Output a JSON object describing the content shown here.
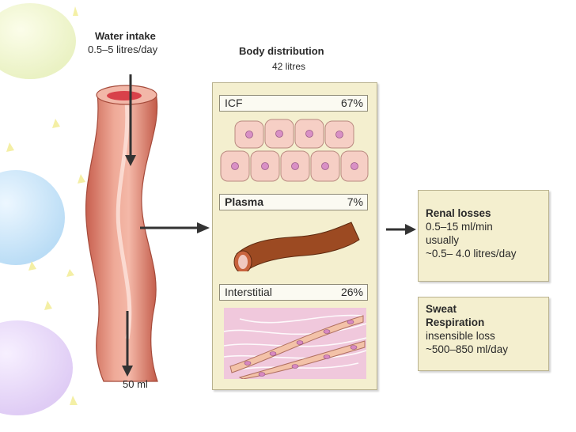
{
  "water_intake": {
    "title": "Water intake",
    "amount": "0.5–5 litres/day"
  },
  "body_distribution": {
    "title": "Body distribution",
    "amount": "42 litres",
    "compartments": [
      {
        "name": "ICF",
        "percent": "67%"
      },
      {
        "name": "Plasma",
        "percent": "7%"
      },
      {
        "name": "Interstitial",
        "percent": "26%"
      }
    ]
  },
  "gut_output": {
    "amount": "50 ml"
  },
  "renal_losses": {
    "title": "Renal losses",
    "lines": [
      "0.5–15 ml/min",
      "usually",
      "~0.5– 4.0 litres/day"
    ]
  },
  "sweat_respiration": {
    "title_lines": [
      "Sweat",
      "Respiration"
    ],
    "lines": [
      "insensible loss",
      "~500–850 ml/day"
    ]
  },
  "colors": {
    "panel_fill": "#f4efcf",
    "gut_pink": "#e9a092",
    "cell_pink": "#f4c9c0",
    "nucleus": "#d58ac1",
    "vessel_brown": "#9b4a22",
    "tissue_bg": "#f0c8dc"
  }
}
